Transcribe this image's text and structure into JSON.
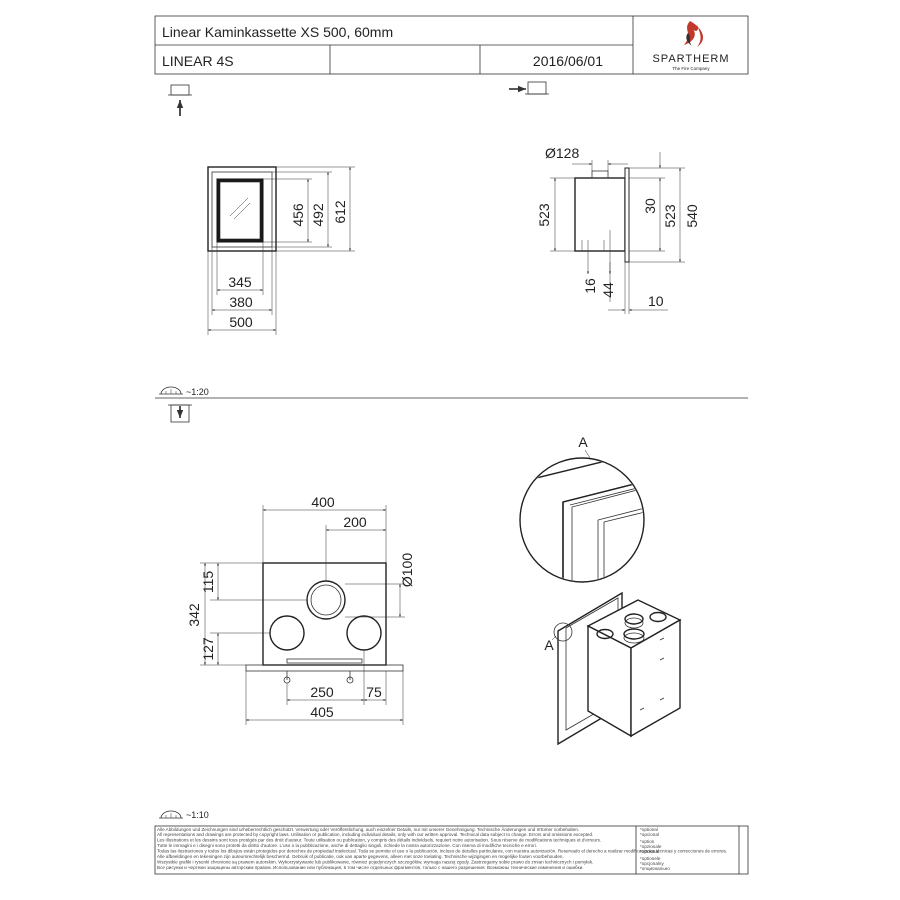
{
  "title_block": {
    "product": "Linear Kaminkassette XS 500, 60mm",
    "model": "LINEAR 4S",
    "date": "2016/06/01",
    "brand": "SPARTHERM",
    "brand_tagline": "The Fire Company"
  },
  "scales": {
    "top": "~1:20",
    "bottom": "~1:10"
  },
  "front_view": {
    "heights": [
      "456",
      "492",
      "612"
    ],
    "widths": [
      "345",
      "380",
      "500"
    ]
  },
  "side_view": {
    "flue_diameter": "Ø128",
    "heights": [
      "523",
      "30",
      "523",
      "540"
    ],
    "bottom": [
      "16",
      "44"
    ],
    "depth": "10"
  },
  "top_view": {
    "width_400": "400",
    "width_200": "200",
    "diameter": "Ø100",
    "depth_342": "342",
    "d115": "115",
    "d127": "127",
    "w250": "250",
    "w75": "75",
    "w405": "405"
  },
  "detail": {
    "label": "A"
  },
  "footer": {
    "lines": [
      "Alle Abbildungen und Zeichnungen sind urheberrechtlich geschützt. Verwertung oder Veröffentlichung, auch einzelner Details, nur mit unserer Genehmigung. Technische Änderungen und Irrtümer vorbehalten.",
      "All representations and drawings are protected by copyright laws. Utilisation or publication, including individual details, only with our written approval. Technical data subject to change. Errors and omissions excepted.",
      "Les illustrations et les dessins sont tous protégés par des droit d'auteur. Toute utilisation ou publication, y compris des détails individuels, requiert notre autorisation. Sous réserve de modifications techniques et d'erreurs.",
      "Tutte le immagini e i disegni sono protetti da diritto d'autore. L'uso o la pubblicazione, anche di dettaglio singoli, richiede la nostra autorizzazione. Con riserva di modifiche tecniche e errori.",
      "Todas las ilustraciones y todos los dibujos están protegidos por derechos de propiedad intelectual. Toda se permite el uso o la publicación, incluso de detalles particulares, con nuestra autorización. Reservado el derecho a realizar modificaciones técnicas y correcciones de errores.",
      "Alle afbeeldingen en tekeningen zijn auteursrechtelijk beschermd. Gebruik of publicatie, ook van aparte gegevens, alleen met onze toelating. Technische wijzigingen en mogelijke fouten voorbehouden.",
      "Wszystkie grafiki i rysunki chronione są prawem autorskim. Wykorzystywanie lub publikowanie, również pojedynczych szczegółów, wymaga naszej zgody. Zastrzegamy sobie prawo do zmian technicznych i pomyłek.",
      "Все рисунки и чертежи защищены авторским правом. Использование или публикация, в том числе отдельных фрагментов, только с нашего разрешения. Возможны технические изменения и ошибки."
    ],
    "side": [
      "*optional",
      "*opcional",
      "*option",
      "*opzionale",
      "*opcional",
      "*optionele",
      "*opcjonalny",
      "*опционально"
    ]
  }
}
